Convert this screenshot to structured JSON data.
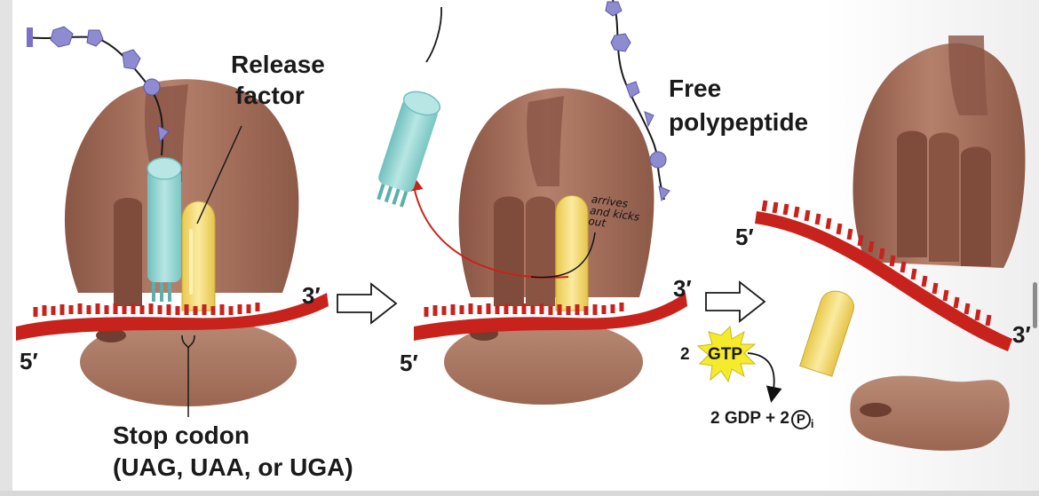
{
  "labels": {
    "release_factor": [
      "Release",
      "factor"
    ],
    "stop_codon": [
      "Stop codon",
      "(UAG, UAA, or UGA)"
    ],
    "free_polypeptide": [
      "Free",
      "polypeptide"
    ],
    "five_prime": "5′",
    "three_prime": "3′",
    "gtp_coefficient": "2",
    "gtp": "GTP",
    "gdp_products": "2 GDP + 2",
    "phosphate_symbol": "P",
    "phosphate_subscript": "i"
  },
  "annotation": [
    "arrives",
    "and kicks",
    "out"
  ],
  "colors": {
    "ribosome_large": "#a66f5b",
    "ribosome_small": "#b07e69",
    "mrna": "#c8221c",
    "trna": "#8fd3d1",
    "release_factor": "#f2d96b",
    "polypeptide": "#8f8bd0",
    "gtp_burst": "#f6ea2c"
  }
}
